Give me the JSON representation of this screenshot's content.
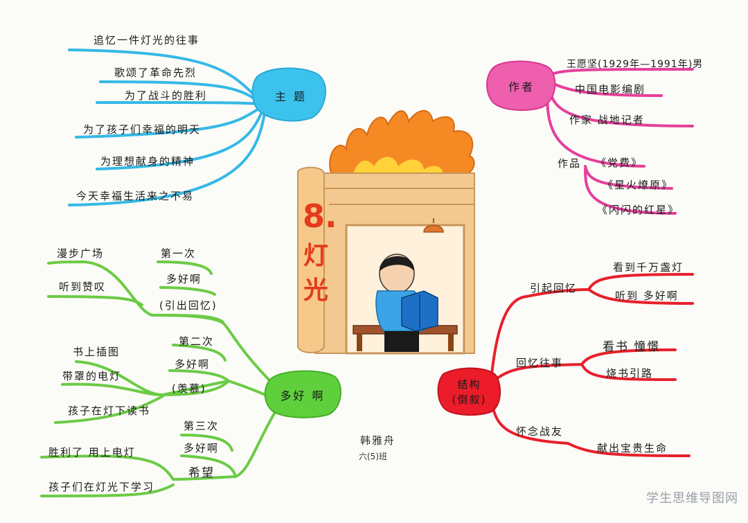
{
  "theme": {
    "label": "主 题",
    "color": "#35b9e6",
    "items": [
      "追忆一件灯光的往事",
      "歌颂了革命先烈",
      "为了战斗的胜利",
      "为了孩子们幸福的明天",
      "为理想献身的精神",
      "今天幸福生活来之不易"
    ]
  },
  "author": {
    "label": "作者",
    "color": "#e5409a",
    "name": "王愿坚(1929年—1991年)男",
    "job1": "中国电影编剧",
    "job2": "作家   战地记者",
    "works_label": "作品",
    "works": [
      "《党费》",
      "《星火燎原》",
      "《闪闪的红星》"
    ]
  },
  "center": {
    "number": "8.",
    "title": "灯光",
    "flame_color": "#f07a1e"
  },
  "haoa": {
    "label": "多好 啊",
    "color": "#5cc23a",
    "first": {
      "label": "第一次",
      "say": "多好啊",
      "note": "(引出回忆)",
      "leaves": [
        "漫步广场",
        "听到赞叹"
      ]
    },
    "second": {
      "label": "第二次",
      "say": "多好啊",
      "note": "(羡慕)",
      "leaves": [
        "书上插图",
        "带罩的电灯",
        "孩子在灯下读书"
      ]
    },
    "third": {
      "label": "第三次",
      "say": "多好啊",
      "note": "希望",
      "leaves": [
        "胜利了 用上电灯",
        "孩子们在灯光下学习"
      ]
    }
  },
  "structure": {
    "label": "结构\n(倒叙)",
    "color": "#e8202b",
    "b1": {
      "label": "引起回忆",
      "leaves": [
        "看到千万盏灯",
        "听到 多好啊"
      ]
    },
    "b2": {
      "label": "回忆往事",
      "leaves": [
        "看书 憧憬",
        "烧书引路"
      ]
    },
    "b3": {
      "label": "怀念战友",
      "leaves": [
        "献出宝贵生命"
      ]
    }
  },
  "signature": {
    "name": "韩雅舟",
    "class": "六(5)班"
  },
  "watermark": "学生思维导图网"
}
